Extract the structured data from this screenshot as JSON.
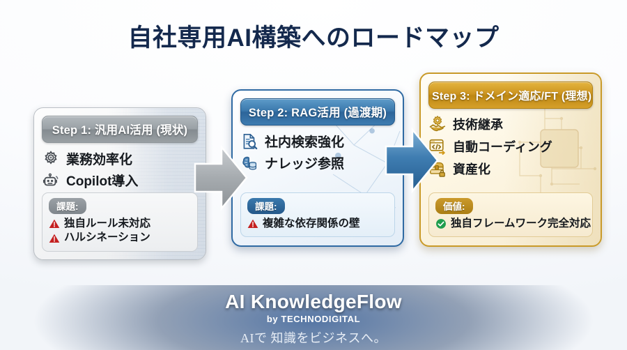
{
  "page": {
    "title": "自社専用AI構築へのロードマップ",
    "accent_navy": "#14294d",
    "background": "#ffffff"
  },
  "steps": [
    {
      "id": "step-1",
      "header": "Step 1: 汎用AI活用 (現状)",
      "header_color": "#9aa1a6",
      "features": [
        {
          "icon": "gear-icon",
          "label": "業務効率化"
        },
        {
          "icon": "robot-icon",
          "label": "Copilot導入"
        }
      ],
      "panel": {
        "badge": "課題:",
        "badge_color": "#7f868c",
        "bullets": [
          {
            "icon": "warning-icon",
            "label": "独自ルール未対応"
          },
          {
            "icon": "warning-icon",
            "label": "ハルシネーション"
          }
        ]
      }
    },
    {
      "id": "step-2",
      "header": "Step 2: RAG活用 (過渡期)",
      "header_color": "#2d659a",
      "features": [
        {
          "icon": "document-search-icon",
          "label": "社内検索強化"
        },
        {
          "icon": "brain-database-icon",
          "label": "ナレッジ参照"
        }
      ],
      "panel": {
        "badge": "課題:",
        "badge_color": "#24588a",
        "bullets": [
          {
            "icon": "warning-icon",
            "label": "複雑な依存関係の壁"
          }
        ]
      }
    },
    {
      "id": "step-3",
      "header": "Step 3: ドメイン適応/FT (理想)",
      "header_color": "#cc9420",
      "features": [
        {
          "icon": "handshake-gear-icon",
          "label": "技術継承"
        },
        {
          "icon": "code-window-icon",
          "label": "自動コーディング"
        },
        {
          "icon": "treasure-lock-icon",
          "label": "資産化"
        }
      ],
      "panel": {
        "badge": "価値:",
        "badge_color": "#ab7e14",
        "bullets": [
          {
            "icon": "check-circle-icon",
            "label": "独自フレームワーク完全対応"
          }
        ]
      }
    }
  ],
  "arrows": [
    {
      "id": "arrow-step1-step2",
      "color": "#a8acb0"
    },
    {
      "id": "arrow-step2-step3",
      "color": "#2f6fa8"
    }
  ],
  "footer": {
    "brand": "AI KnowledgeFlow",
    "byline": "by TECHNODIGITAL",
    "tagline": "AIで 知識をビジネスへ。",
    "background": "#12254a"
  }
}
